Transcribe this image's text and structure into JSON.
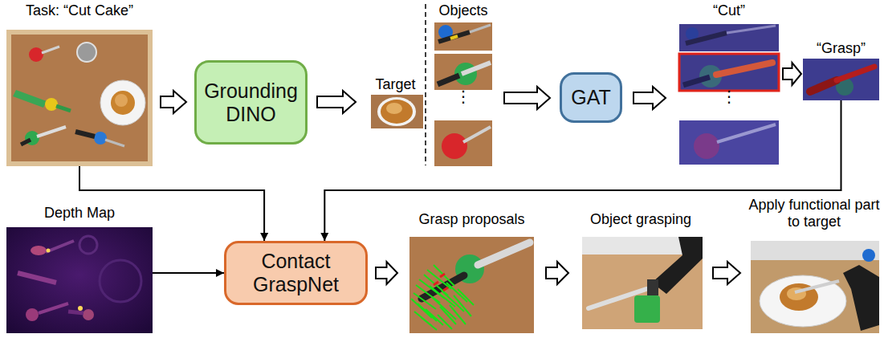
{
  "diagram": {
    "nodes": [
      {
        "text": [
          "Task: “Cut Cake”"
        ]
      },
      {
        "text": [
          "Grounding DINO"
        ]
      },
      {
        "text": [
          "Target"
        ]
      },
      {
        "text": [
          "Objects"
        ]
      },
      {
        "text": [
          "GAT"
        ]
      },
      {
        "text": [
          "“Cut”"
        ]
      },
      {
        "text": [
          "“Grasp”"
        ]
      },
      {
        "text": [
          "Depth Map"
        ]
      },
      {
        "text": [
          "Contact GraspNet"
        ]
      },
      {
        "text": [
          "Grasp proposals"
        ]
      },
      {
        "text": [
          "Object grasping"
        ]
      },
      {
        "text": [
          "Apply functional part to target"
        ]
      }
    ],
    "edges": [
      {
        "from": 0,
        "to": 1,
        "arrow": "to"
      },
      {
        "from": 1,
        "to": 2,
        "arrow": "to"
      },
      {
        "from": 3,
        "to": 4,
        "arrow": "to"
      },
      {
        "from": 4,
        "to": 5,
        "arrow": "to"
      },
      {
        "from": 5,
        "to": 6,
        "arrow": "to"
      },
      {
        "from": 0,
        "to": 8,
        "arrow": "to"
      },
      {
        "from": 6,
        "to": 8,
        "arrow": "to"
      },
      {
        "from": 7,
        "to": 8,
        "arrow": "to"
      },
      {
        "from": 8,
        "to": 9,
        "arrow": "to"
      },
      {
        "from": 9,
        "to": 10,
        "arrow": "to"
      },
      {
        "from": 10,
        "to": 11,
        "arrow": "to"
      }
    ],
    "labels": [
      "⋮",
      "⋮"
    ]
  }
}
